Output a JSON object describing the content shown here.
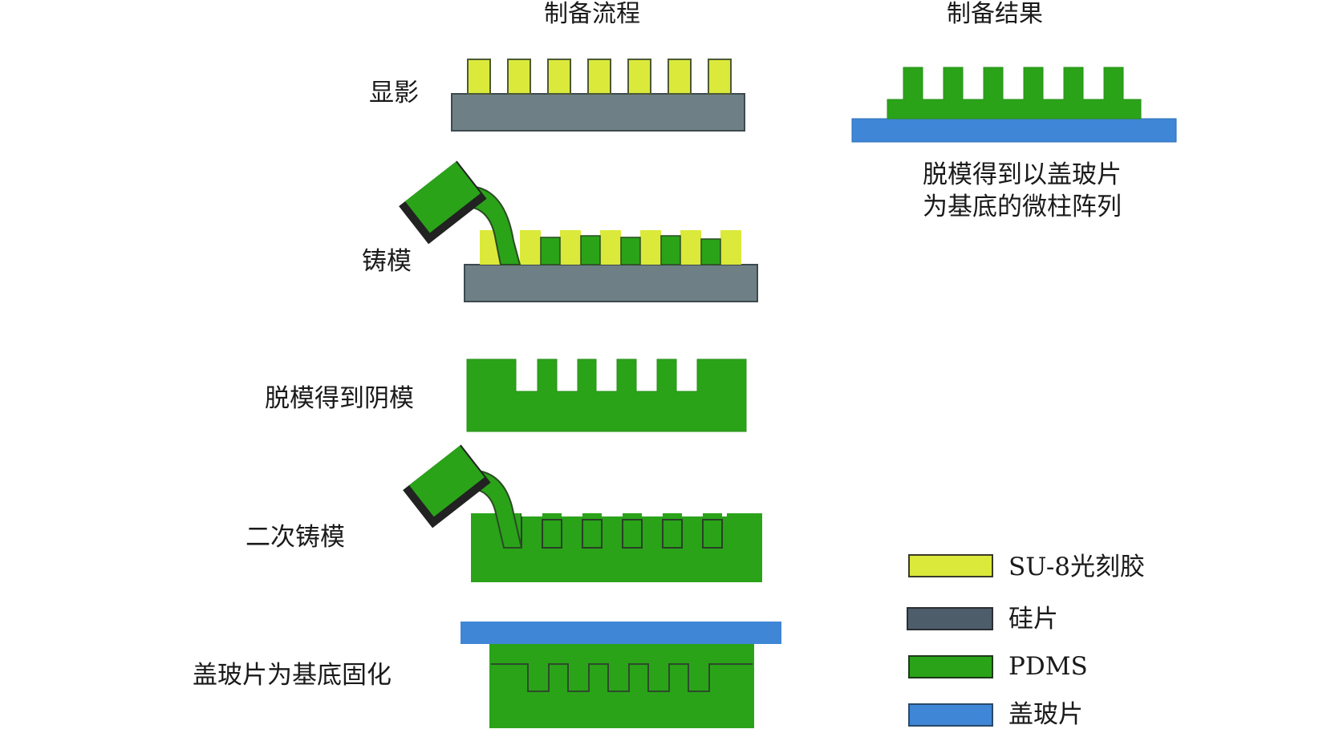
{
  "headers": {
    "process": "制备流程",
    "result": "制备结果"
  },
  "steps": [
    {
      "id": "develop",
      "label": "显影"
    },
    {
      "id": "casting",
      "label": "铸模"
    },
    {
      "id": "demold",
      "label": "脱模得到阴模"
    },
    {
      "id": "second_casting",
      "label": "二次铸模"
    },
    {
      "id": "cure",
      "label": "盖玻片为基底固化"
    }
  ],
  "result_description": [
    "脱模得到以盖玻片",
    "为基底的微柱阵列"
  ],
  "legend": [
    {
      "label": "SU-8光刻胶",
      "color": "#dbe93a"
    },
    {
      "label": "硅片",
      "color": "#4e5d6a"
    },
    {
      "label": "PDMS",
      "color": "#2aa319"
    },
    {
      "label": "盖玻片",
      "color": "#3f86d6"
    }
  ],
  "colors": {
    "su8": "#dbe93a",
    "silicon": "#6e7f86",
    "pdms": "#2aa319",
    "glass": "#3f86d6",
    "outline": "#3d4a3a"
  }
}
